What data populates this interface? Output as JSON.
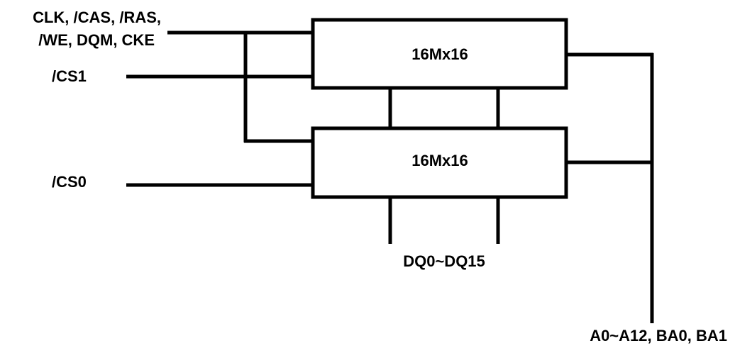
{
  "signals": {
    "control_line1": "CLK, /CAS, /RAS,",
    "control_line2": "/WE, DQM, CKE",
    "cs1": "/CS1",
    "cs0": "/CS0",
    "data_bus": "DQ0~DQ15",
    "address_bus": "A0~A12, BA0, BA1"
  },
  "chips": {
    "top": "16Mx16",
    "bottom": "16Mx16"
  },
  "colors": {
    "line": "#000000",
    "background": "#ffffff"
  }
}
